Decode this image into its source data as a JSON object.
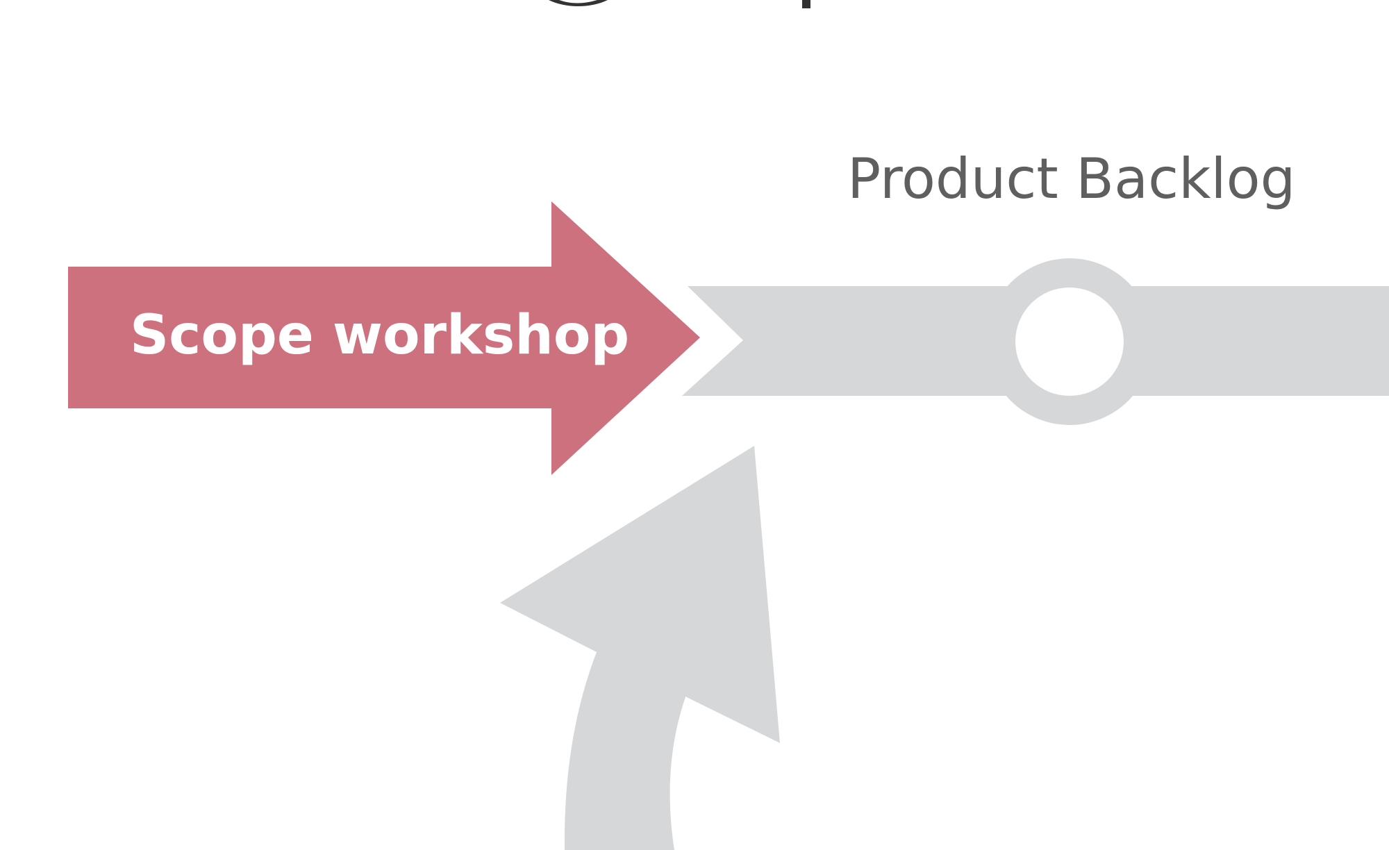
{
  "labels": {
    "scope_workshop": "Scope workshop",
    "product_backlog": "Product Backlog"
  },
  "colors": {
    "scope_arrow": "#cd717f",
    "track_gray": "#d5d7d9",
    "background": "#ffffff",
    "backlog_text": "#5f5f5f",
    "scope_text": "#ffffff",
    "top_cropped_glyphs": "#333333"
  },
  "icons": {
    "scope_arrow": "right-arrow",
    "backlog_node": "circle-station-node",
    "incoming_arrow": "curved-up-arrow"
  }
}
